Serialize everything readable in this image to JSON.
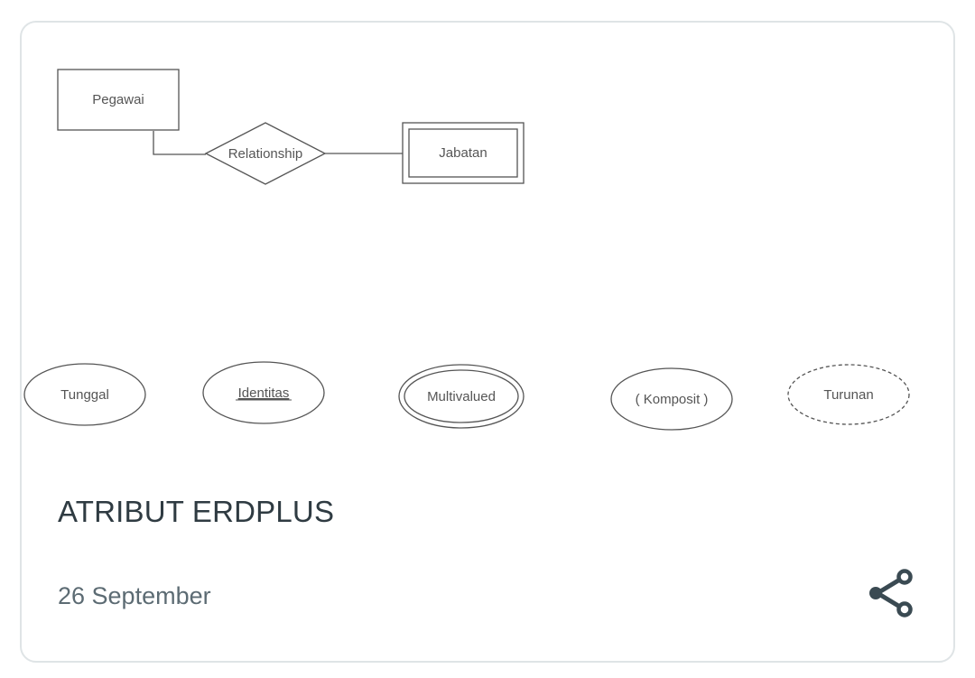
{
  "diagram": {
    "entity_pegawai": "Pegawai",
    "relationship": "Relationship",
    "entity_jabatan": "Jabatan",
    "attr_tunggal": "Tunggal",
    "attr_identitas": "Identitas",
    "attr_multivalued": "Multivalued",
    "attr_komposit": "( Komposit )",
    "attr_turunan": "Turunan"
  },
  "post": {
    "title": "ATRIBUT ERDPLUS",
    "date": "26 September"
  },
  "icons": {
    "share": "share-icon"
  },
  "colors": {
    "title": "#2f3b42",
    "date": "#5c6b73",
    "icon": "#3a4a52",
    "card_border": "#dfe4e6"
  }
}
